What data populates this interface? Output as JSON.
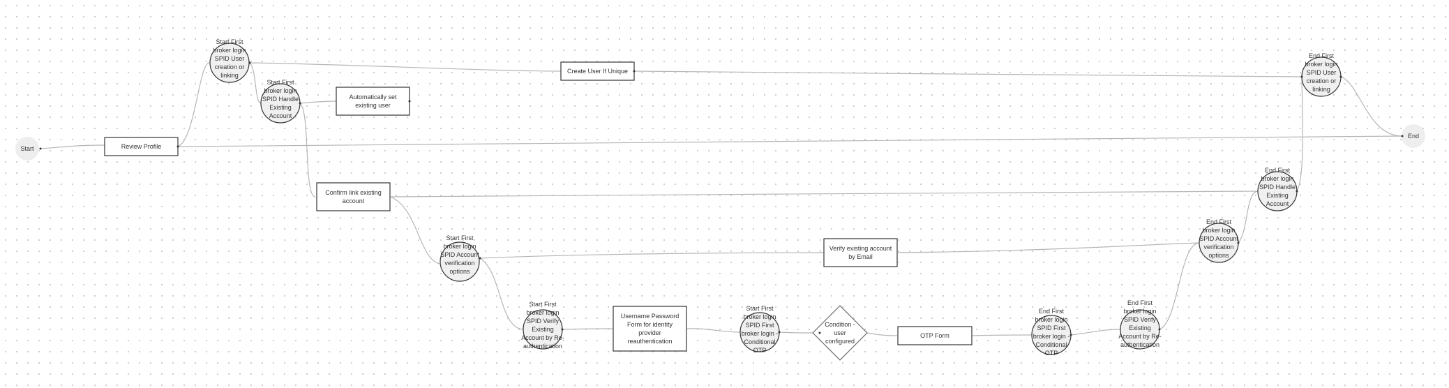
{
  "colors": {
    "edge": "#b5b5b5",
    "node_fill": "#f0f0f0",
    "node_stroke": "#333333",
    "box_fill": "#ffffff"
  },
  "nodes": {
    "start": "Start",
    "end": "End",
    "review_profile": "Review Profile",
    "start_user_creation": "Start First broker login SPID User creation or linking",
    "start_handle_existing": "Start First broker login SPID Handle Existing Account",
    "auto_set_user": "Automatically set existing user",
    "create_user_unique": "Create User If Unique",
    "end_user_creation": "End First broker login SPID User creation or linking",
    "confirm_link": "Confirm link existing account",
    "end_handle_existing": "End First broker login SPID Handle Existing Account",
    "start_account_verification": "Start First broker login SPID Account verification options",
    "verify_by_email": "Verify existing account by Email",
    "end_account_verification": "End First broker login SPID Account verification options",
    "start_reauth": "Start First broker login SPID Verify Existing Account by Re-authentication",
    "username_password_form": "Username Password Form for identity provider reauthentication",
    "start_conditional_otp": "Start First broker login SPID First broker login - Conditional OTP",
    "condition_user_configured": "Condition - user configured",
    "otp_form": "OTP Form",
    "end_conditional_otp": "End First broker login SPID First broker login - Conditional OTP",
    "end_reauth": "End First broker login SPID Verify Existing Account by Re-authentication"
  }
}
